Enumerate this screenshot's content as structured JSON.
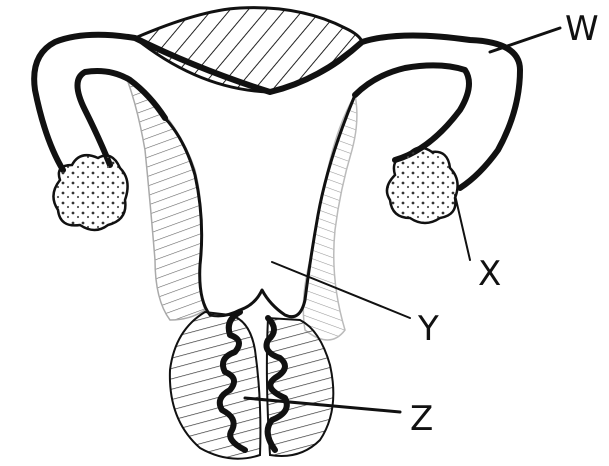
{
  "labels": {
    "w": "W",
    "x": "X",
    "y": "Y",
    "z": "Z"
  }
}
